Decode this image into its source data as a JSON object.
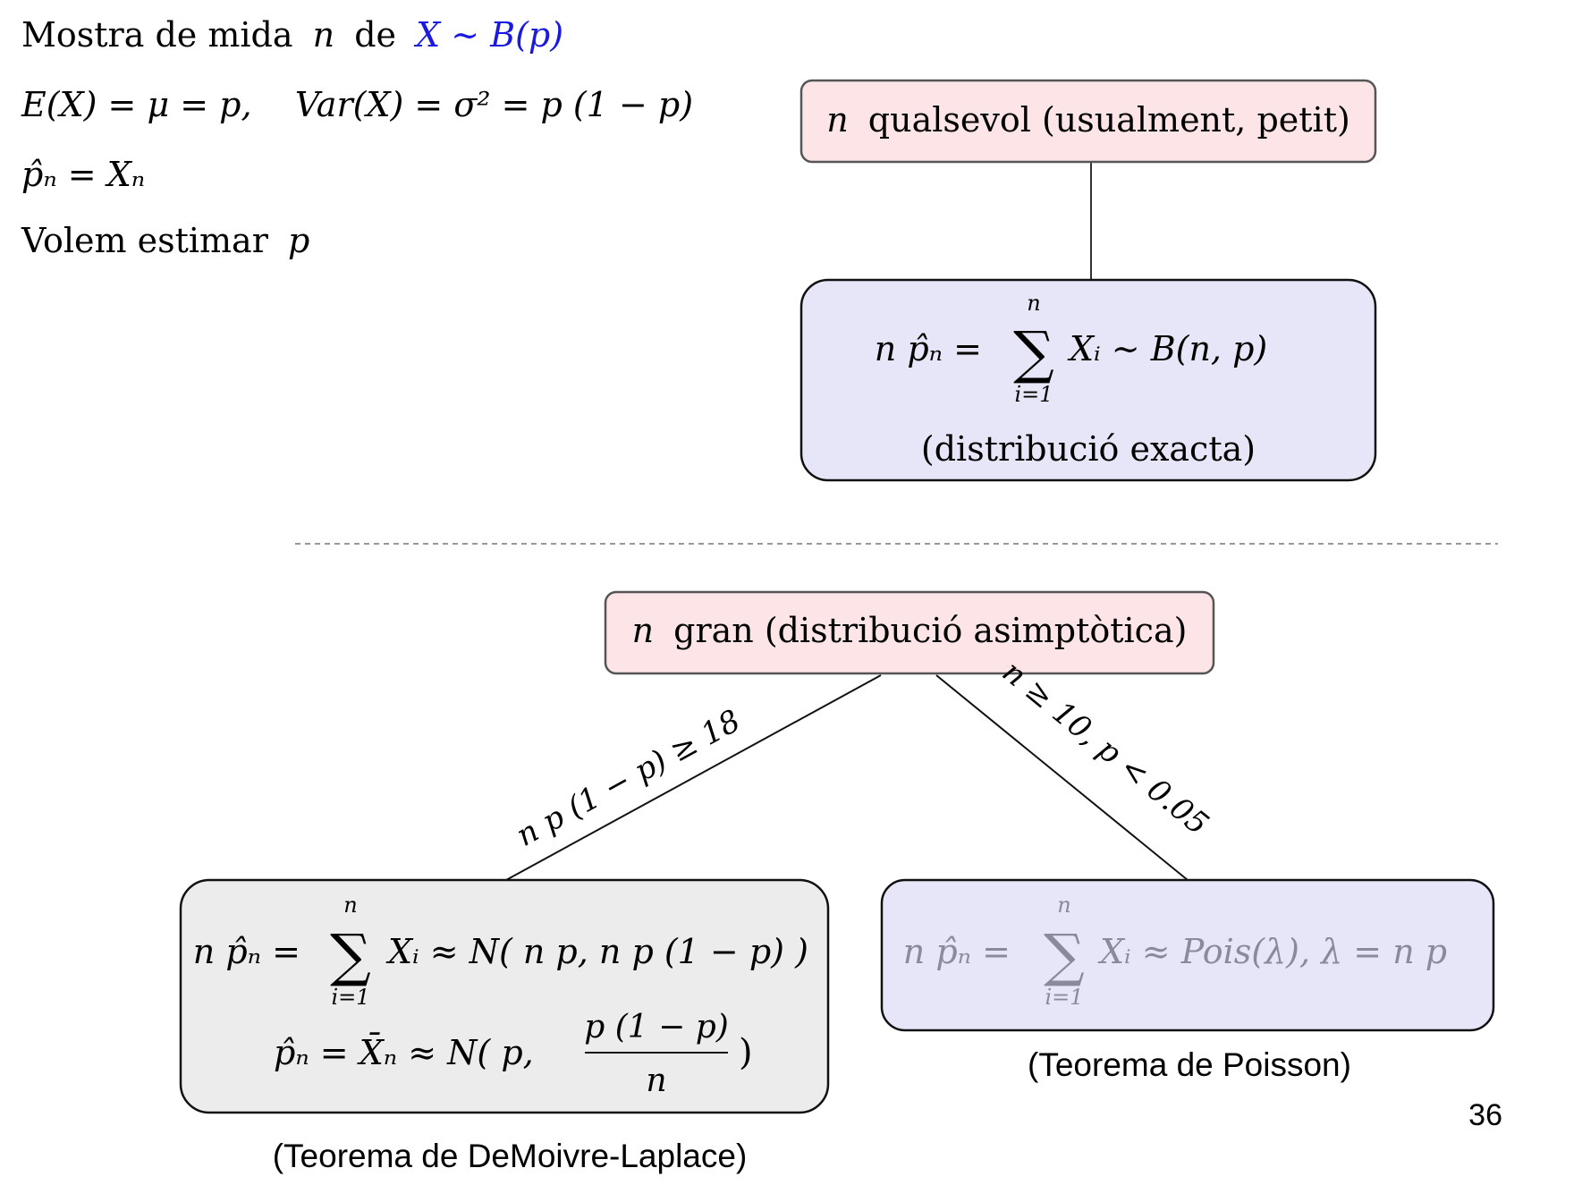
{
  "colors": {
    "pink_fill": "#fde4e6",
    "lavender_fill": "#e7e6f8",
    "gray_fill": "#ececec",
    "box_stroke": "#555555",
    "blue_text": "#1a1adf",
    "gray_text": "#8a8a9a"
  },
  "header": {
    "line1_text": "Mostra de mida",
    "line1_n": "n",
    "line1_de": "de",
    "line1_formula": "X ∼ B(p)",
    "line2_formula": "E(X) = μ = p,    Var(X) = σ² = p (1 − p)",
    "line3_formula": "p̂ₙ = Xₙ",
    "line4_text": "Volem estimar",
    "line4_p": "p"
  },
  "small_n_case": {
    "label_n": "n",
    "label_text": "qualsevol (usualment, petit)",
    "formula_left": "n p̂ₙ =",
    "sum_top": "n",
    "sum_bottom": "i=1",
    "formula_right": "Xᵢ ∼ B(n, p)",
    "caption": "(distribució exacta)"
  },
  "large_n_case": {
    "label_n": "n",
    "label_text": "gran (distribució asimptòtica)",
    "left_condition": "n p (1 − p) ≥ 18",
    "right_condition": "n ≥ 10, p < 0.05"
  },
  "normal_approx": {
    "formula1_left": "n p̂ₙ =",
    "sum_top": "n",
    "sum_bottom": "i=1",
    "formula1_right": "Xᵢ ≈ N( n p, n p (1 − p) )",
    "formula2_left": "p̂ₙ = X̄ₙ ≈ N( p,",
    "fraction_num": "p (1 − p)",
    "fraction_den": "n",
    "formula2_close": ")",
    "caption": "(Teorema de DeMoivre-Laplace)"
  },
  "poisson_approx": {
    "formula_left": "n p̂ₙ =",
    "sum_top": "n",
    "sum_bottom": "i=1",
    "formula_right": "Xᵢ ≈ Pois(λ), λ = n p",
    "caption": "(Teorema de Poisson)"
  },
  "page_number": "36"
}
